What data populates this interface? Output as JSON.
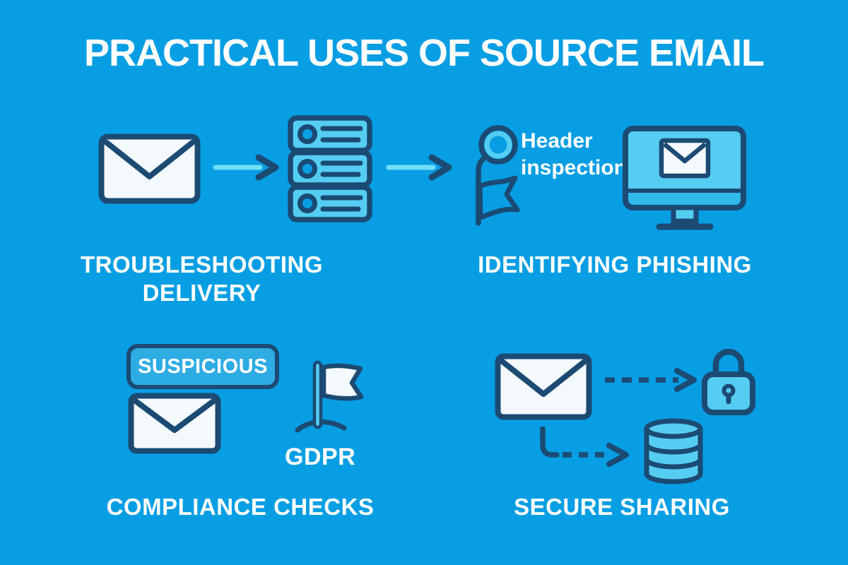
{
  "title": "PRACTICAL USES OF SOURCE EMAIL",
  "colors": {
    "background": "#089EE4",
    "outline_navy": "#1B4A73",
    "icon_cyan": "#55CDF2",
    "arrow_cyan": "#6FDFF8",
    "paper_white": "#F4F9FD",
    "badge_fill": "#2EACE4",
    "text_white": "#FFFFFF"
  },
  "sections": {
    "troubleshooting": {
      "label_line1": "TROUBLESHOOTING",
      "label_line2": "DELIVERY",
      "annotation_line1": "Header",
      "annotation_line2": "inspection",
      "icons": [
        "envelope-icon",
        "flow-arrow-icon",
        "mail-server-icon",
        "flow-arrow-icon",
        "inspection-flag-icon"
      ]
    },
    "phishing": {
      "label": "IDENTIFYING PHISHING",
      "icons": [
        "monitor-email-icon"
      ]
    },
    "compliance": {
      "label": "COMPLIANCE CHECKS",
      "badge_label": "SUSPICIOUS",
      "flag_caption": "GDPR",
      "icons": [
        "envelope-icon",
        "gdpr-flag-icon"
      ]
    },
    "sharing": {
      "label": "SECURE SHARING",
      "icons": [
        "envelope-icon",
        "dashed-arrow-icon",
        "lock-icon",
        "database-icon"
      ]
    }
  }
}
